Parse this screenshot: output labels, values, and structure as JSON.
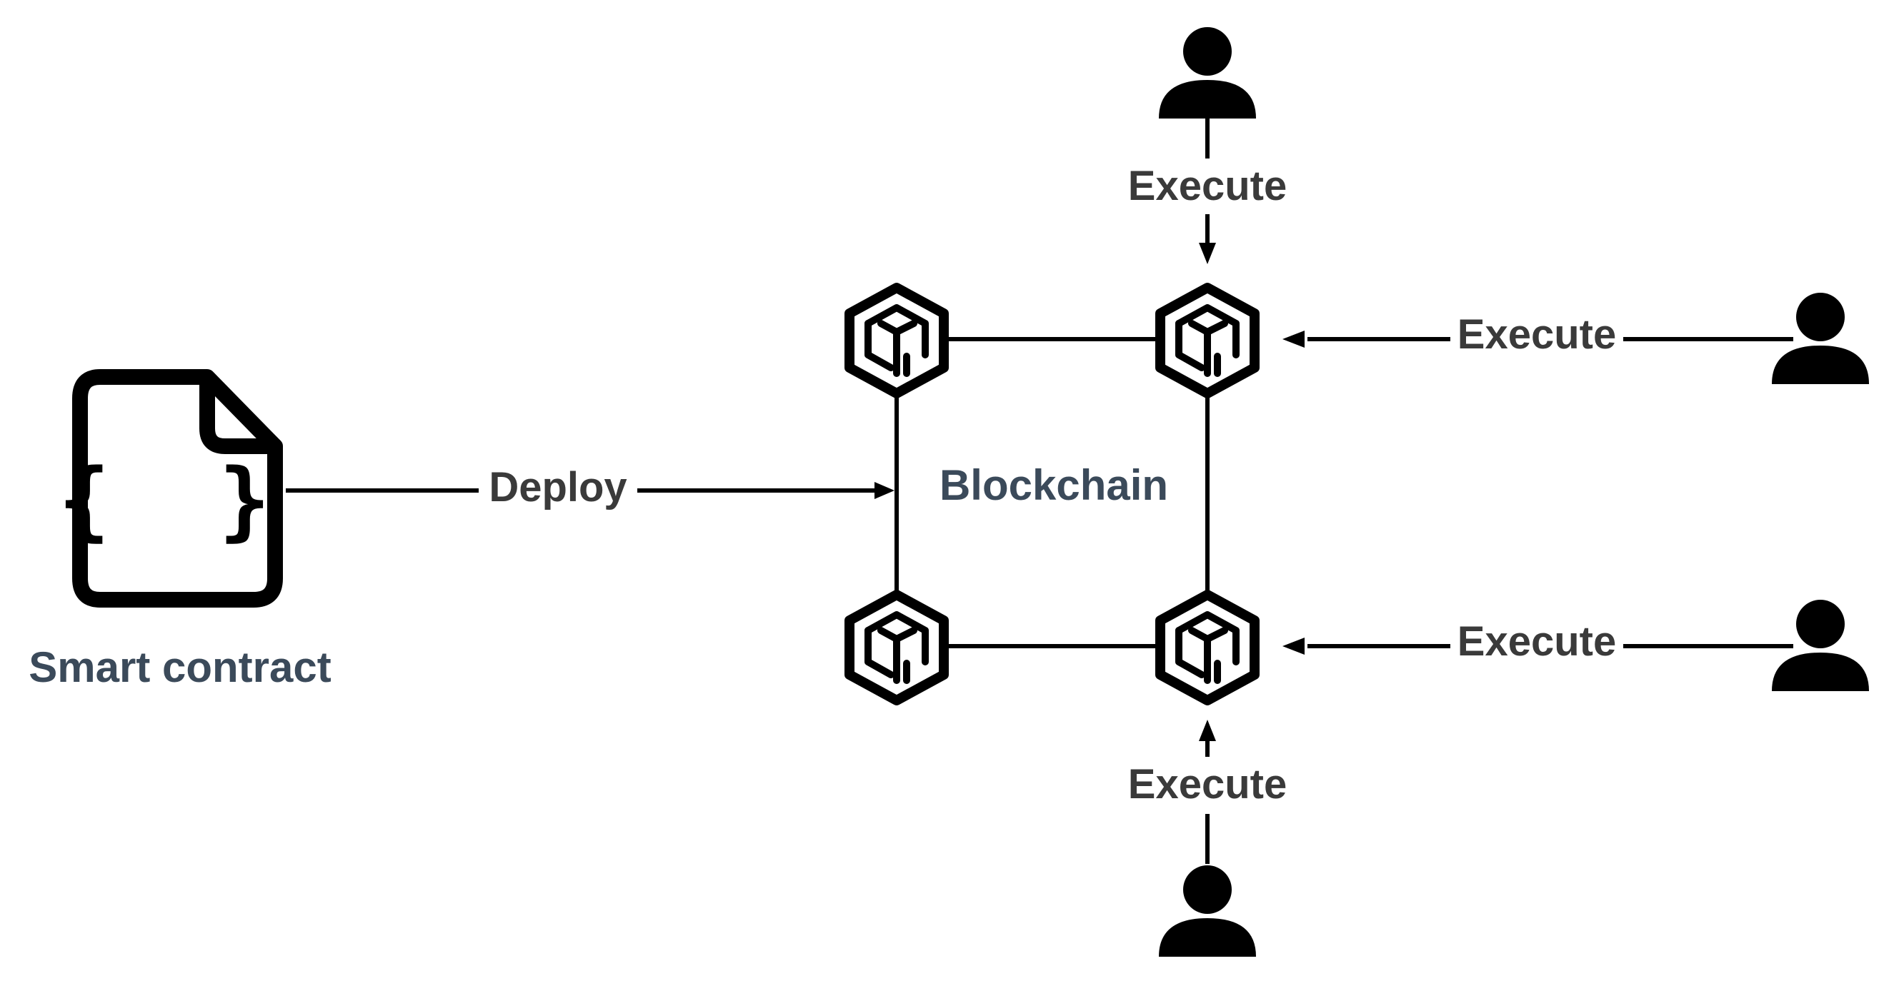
{
  "diagram": {
    "smart_contract": {
      "label": "Smart contract",
      "icon": "code-document-icon",
      "icon_text": "{ }"
    },
    "deploy_label": "Deploy",
    "blockchain_label": "Blockchain",
    "block_icon": "blockchain-block-icon",
    "user_icon": "user-icon",
    "execute_labels": {
      "top": "Execute",
      "right_upper": "Execute",
      "right_lower": "Execute",
      "bottom": "Execute"
    },
    "colors": {
      "stroke": "#000000",
      "edge_text": "#3a3a3a",
      "node_text": "#3b4a5a",
      "background": "#ffffff"
    }
  }
}
